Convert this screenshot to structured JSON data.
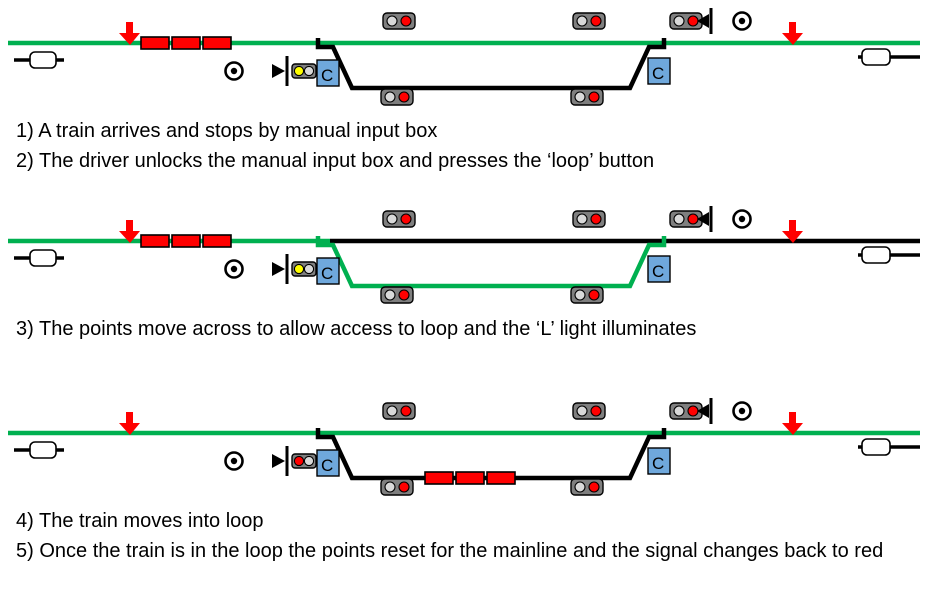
{
  "colors": {
    "mainline_green": "#00B050",
    "track_black": "#000000",
    "train_red": "#FF0000",
    "arrow_red": "#FF0000",
    "signal_red": "#FF0000",
    "signal_yellow": "#FFFF00",
    "lamp_grey": "#D9D9D9",
    "signal_body_grey": "#7F7F7F",
    "c_box_blue": "#6FA8DC"
  },
  "captions": {
    "step1": "1) A train arrives and stops by manual input box",
    "step2": "2) The driver unlocks the manual input box and presses the ‘loop’ button",
    "step3": "3) The points move across to allow access to loop and the ‘L’ light illuminates",
    "step4": "4) The train moves into loop",
    "step5": "5) Once the train is in the loop the points reset for the mainline and the signal changes back to red"
  },
  "panels": [
    {
      "name": "train-arrives-at-input-box",
      "mainline_left_color": "#00B050",
      "mainline_right_color": "#00B050",
      "loop_color": "#000000",
      "ground_lamp": "#FFFF00",
      "train_location": "mainline",
      "c_left": "C",
      "c_right": "C"
    },
    {
      "name": "points-set-for-loop",
      "mainline_left_color": "#00B050",
      "mainline_right_color": "#000000",
      "loop_color": "#00B050",
      "ground_lamp": "#FFFF00",
      "train_location": "mainline",
      "c_left": "C",
      "c_right": "C"
    },
    {
      "name": "train-in-loop-points-reset",
      "mainline_left_color": "#00B050",
      "mainline_right_color": "#00B050",
      "loop_color": "#000000",
      "ground_lamp": "#FF0000",
      "train_location": "loop",
      "c_left": "C",
      "c_right": "C"
    }
  ]
}
